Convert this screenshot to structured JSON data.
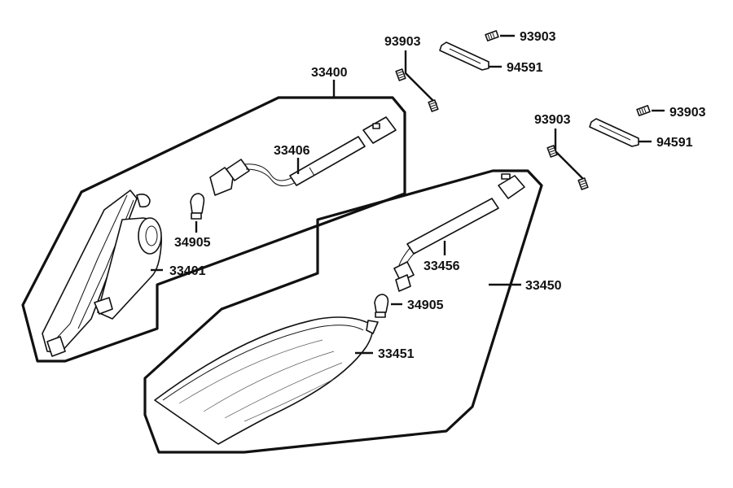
{
  "diagram": {
    "labels": {
      "kit_left": "33400",
      "harness_left": "33406",
      "bulb_left": "34905",
      "housing_left": "33401",
      "kit_right": "33450",
      "harness_right": "33456",
      "bulb_right": "34905",
      "lens_right": "33451",
      "screw_1": "93903",
      "screw_2": "93903",
      "screw_3": "93903",
      "screw_4": "93903",
      "plate_1": "94591",
      "plate_2": "94591"
    },
    "colors": {
      "line": "#111111",
      "background": "#ffffff"
    }
  }
}
